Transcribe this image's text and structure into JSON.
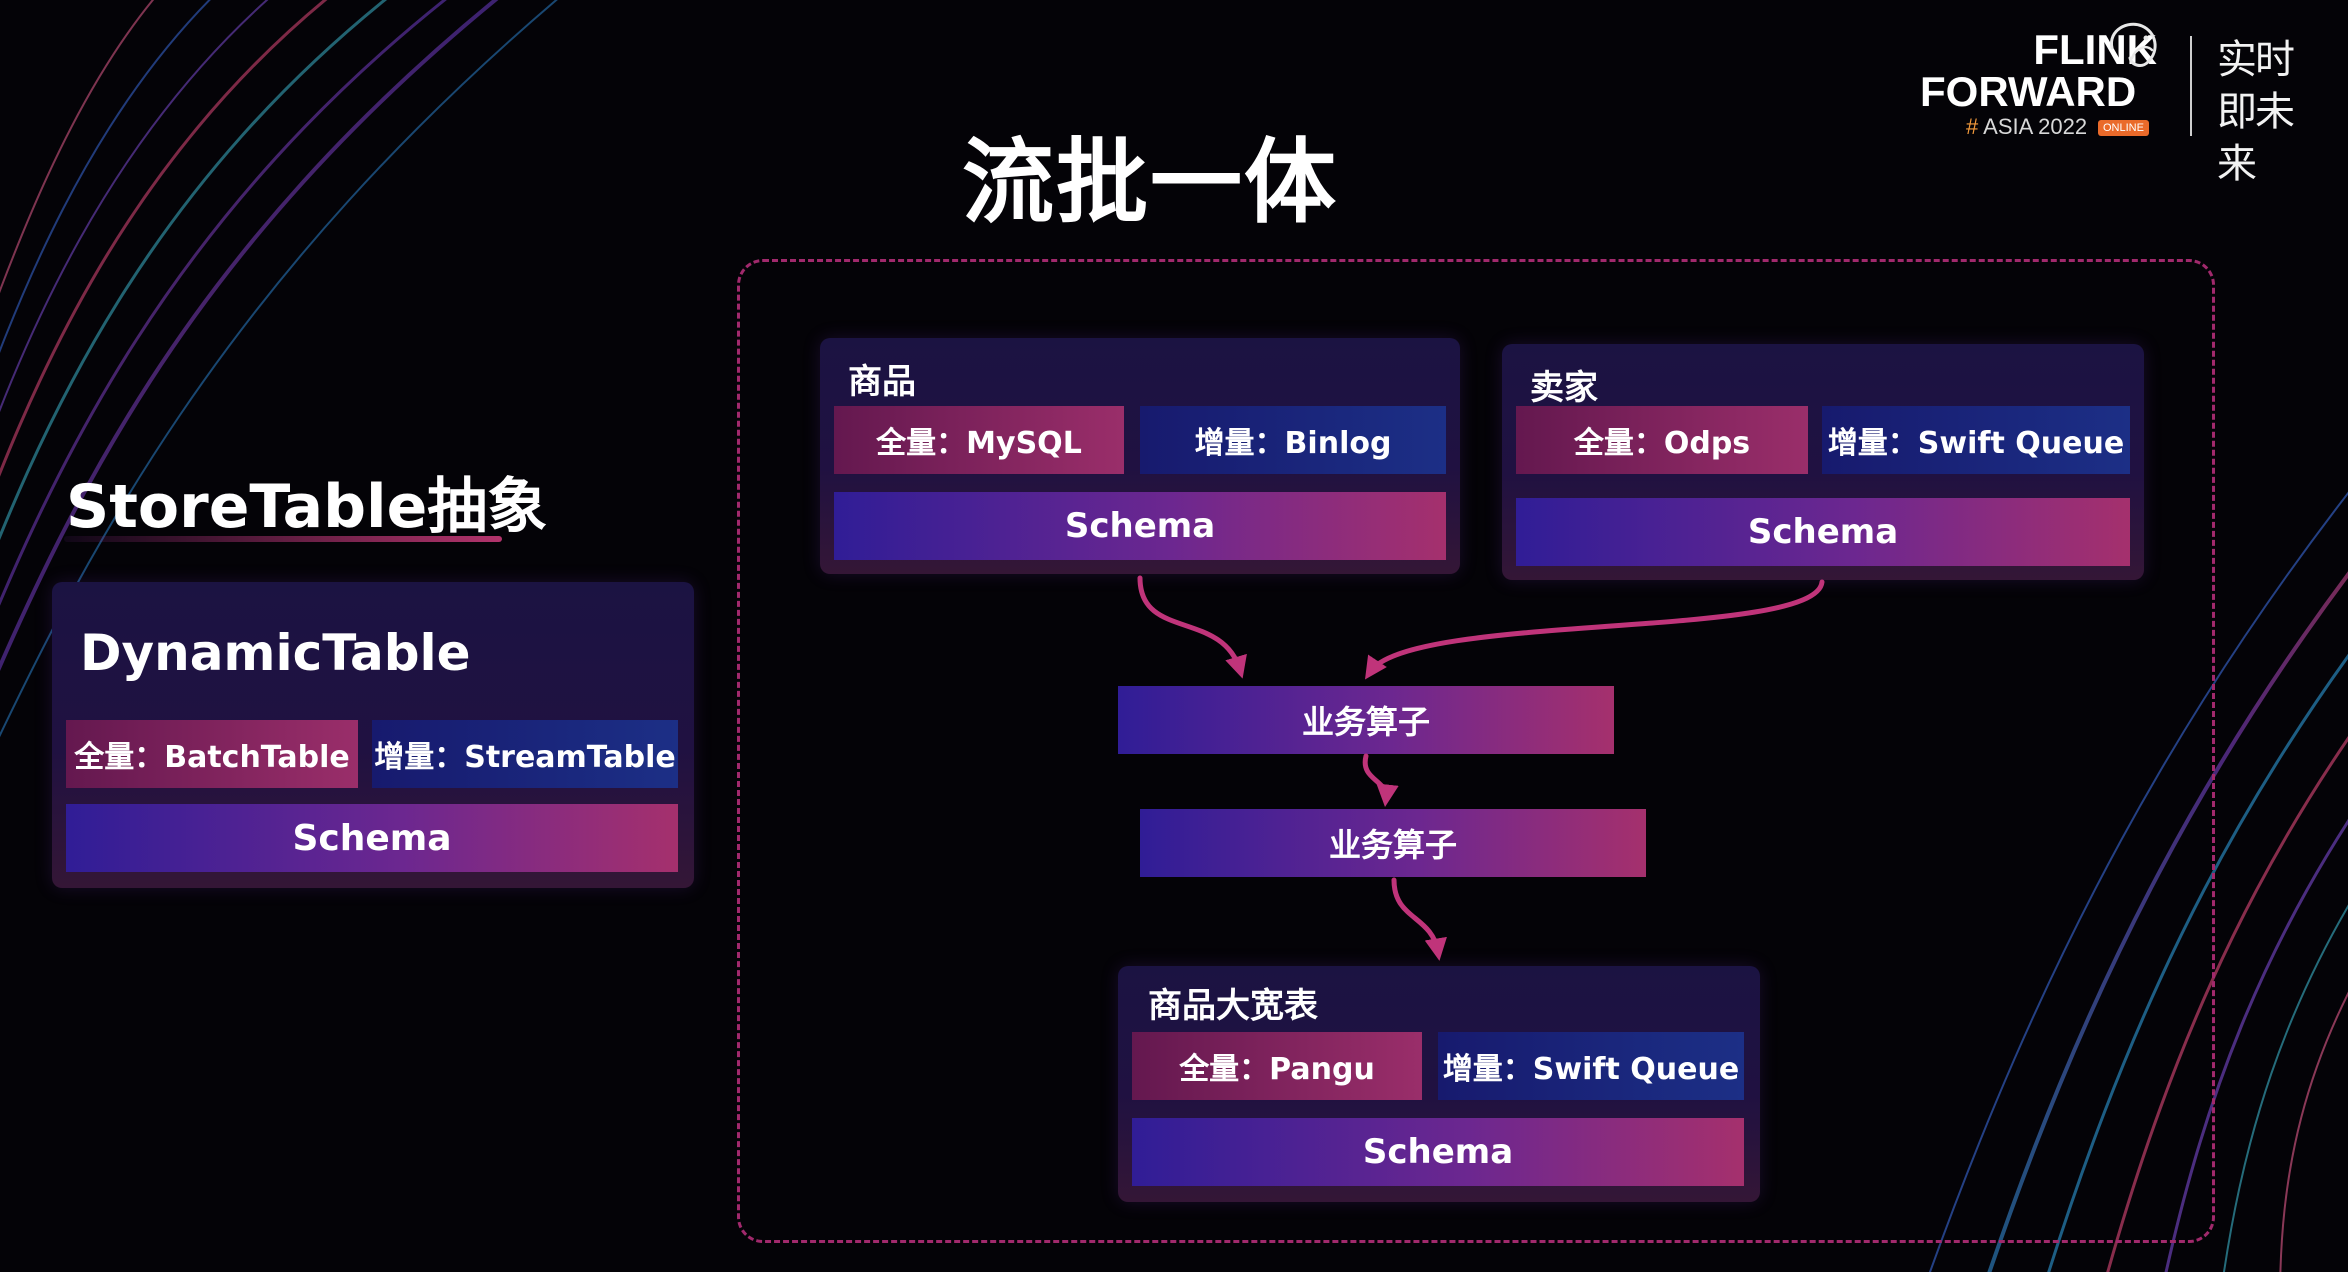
{
  "title": "流批一体",
  "logo": {
    "line1": "FLINK",
    "line2": "FORWARD",
    "hash": "#",
    "edition": " ASIA 2022",
    "badge": "ONLINE",
    "slogan": "实时即未来"
  },
  "storetable_section": {
    "heading": "StoreTable抽象",
    "dynamic_table": {
      "title": "DynamicTable",
      "full": "全量：BatchTable",
      "incremental": "增量：StreamTable",
      "schema": "Schema"
    }
  },
  "pipeline": {
    "product": {
      "title": "商品",
      "full": "全量：MySQL",
      "incremental": "增量：Binlog",
      "schema": "Schema"
    },
    "seller": {
      "title": "卖家",
      "full": "全量：Odps",
      "incremental": "增量：Swift Queue",
      "schema": "Schema"
    },
    "operator_1": "业务算子",
    "operator_2": "业务算子",
    "wide_table": {
      "title": "商品大宽表",
      "full": "全量：Pangu",
      "incremental": "增量：Swift Queue",
      "schema": "Schema"
    }
  },
  "colors": {
    "background": "#040307",
    "frame_dash": "#a1296c",
    "arrow": "#c0347a",
    "full_box": "#8a2860",
    "incremental_box": "#1a237a",
    "schema_gradient_start": "#301d96",
    "schema_gradient_end": "#a5306d"
  }
}
